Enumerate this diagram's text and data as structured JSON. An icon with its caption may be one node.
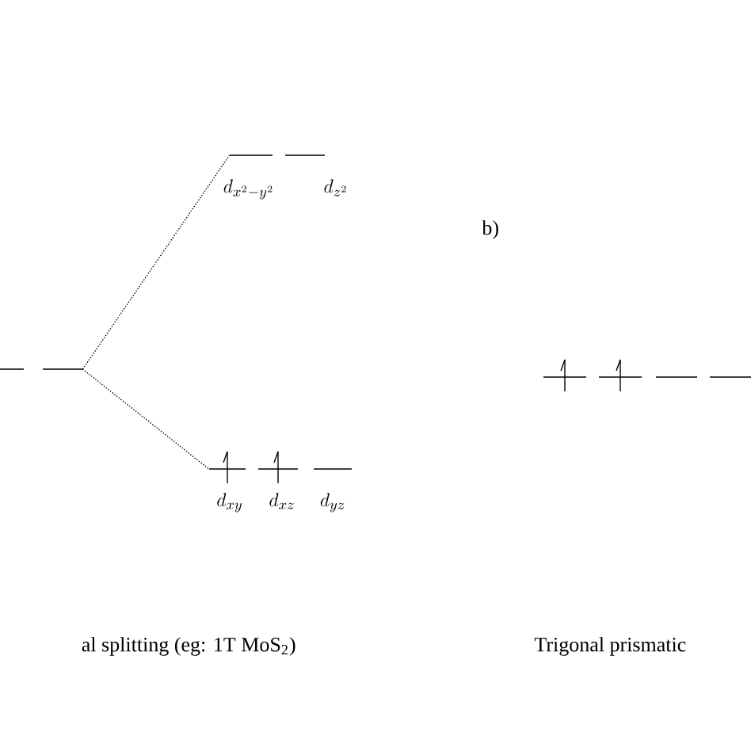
{
  "diagram": {
    "nodes": [
      {
        "text": [],
        "shape": "bar"
      },
      {
        "text": [
          "d_{x^2-y^2}",
          "d_{z^2}"
        ]
      },
      {
        "text": [
          "d_{xy}",
          "d_{xz}",
          "d_{yz}"
        ]
      },
      {
        "text": [],
        "shape": "bar"
      }
    ],
    "edges": [
      {
        "from": 0,
        "to": 1,
        "arrow": "none",
        "style": "dashed"
      },
      {
        "from": 0,
        "to": 2,
        "arrow": "none",
        "style": "dashed"
      }
    ],
    "labels": [
      "b)",
      "al splitting (eg: 1T MoS$_{2}$)",
      "Trigonal prismatic"
    ]
  }
}
